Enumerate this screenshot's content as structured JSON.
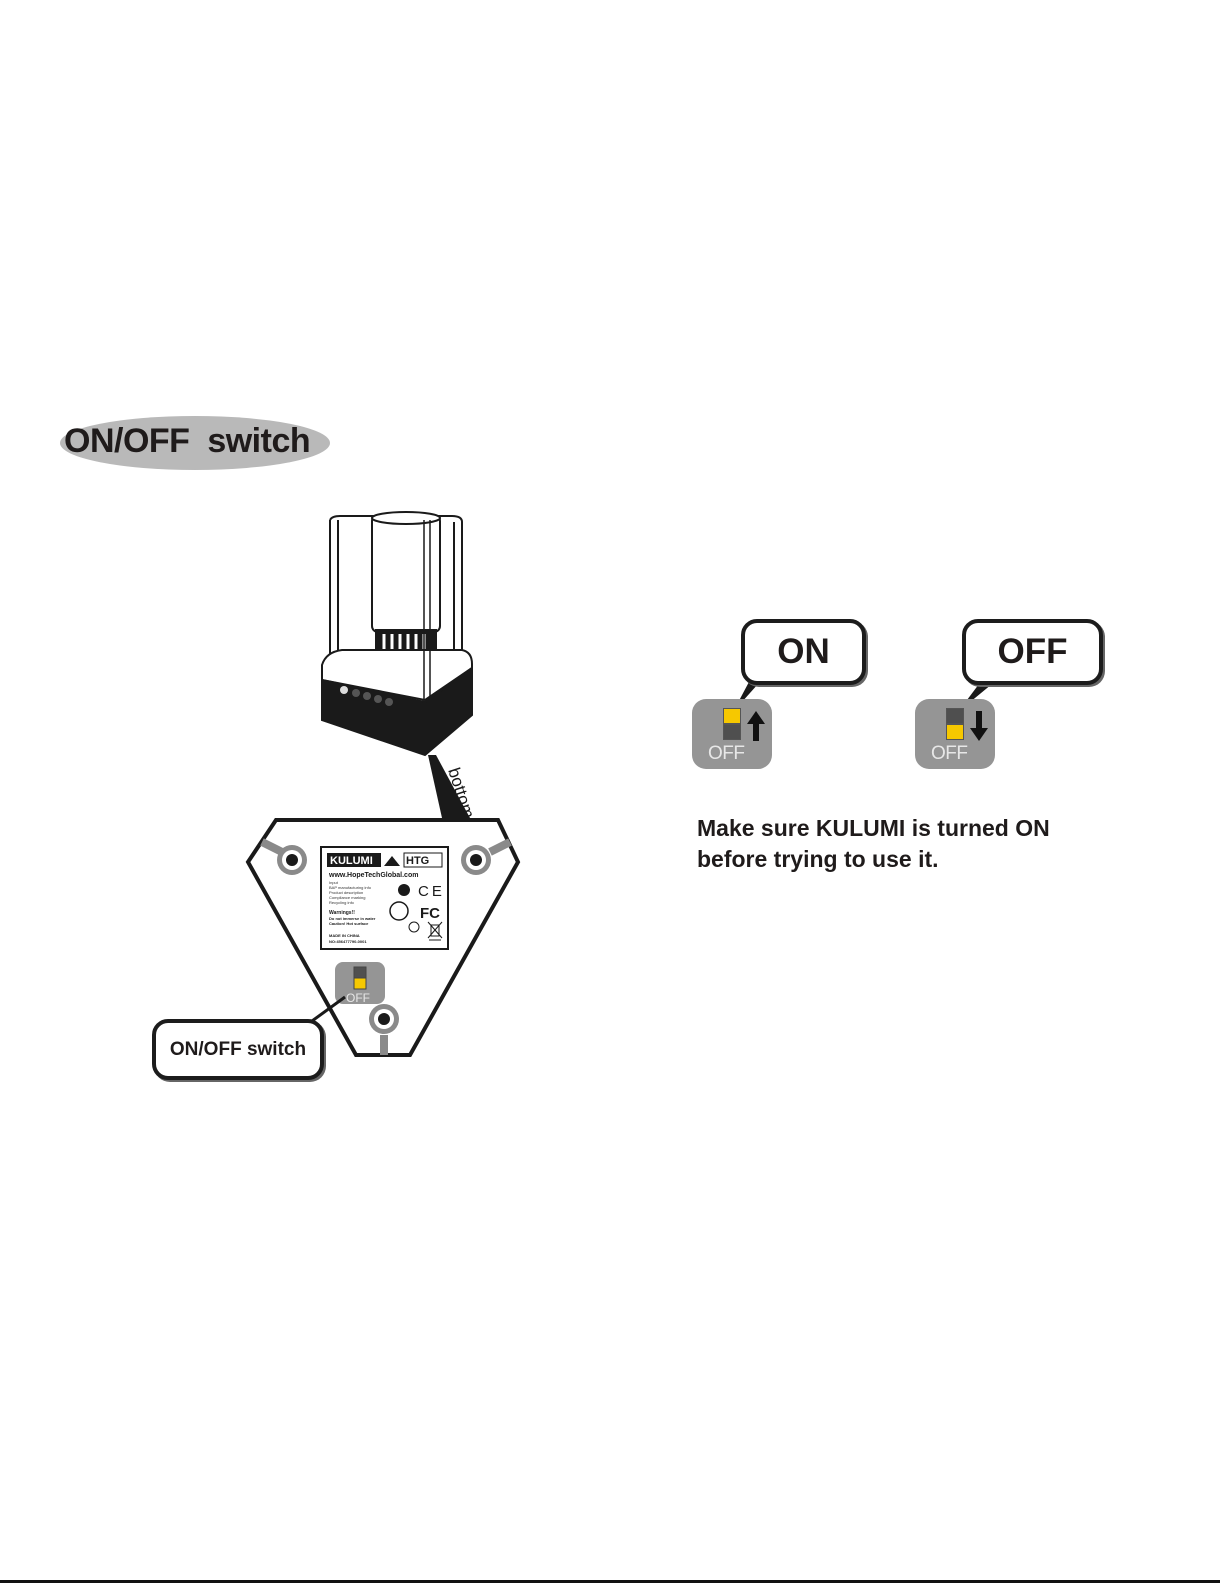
{
  "header": {
    "title": "ON/OFF  switch"
  },
  "device": {
    "bottom_label": "bottom",
    "sticker": {
      "brand": "KULUMI",
      "brand2": "HTG",
      "url": "www.HopeTechGlobal.com",
      "small_lines": [
        "Input",
        "BAP manufacturing info",
        "Product description",
        "Compliance marking",
        "Recycling info"
      ],
      "warnings": [
        "Warnings!!",
        "Do not immerse in water",
        "Caution! Hot surface"
      ],
      "made_in": "MADE IN CHINA",
      "serial": "NO:456477790-0001"
    },
    "switch_text": "OFF"
  },
  "callouts": {
    "switch_label": "ON/OFF switch",
    "on_label": "ON",
    "off_label": "OFF"
  },
  "switch_states": {
    "on_card_text": "OFF",
    "off_card_text": "OFF"
  },
  "instruction": {
    "line1": "Make sure KULUMI is turned ON",
    "line2": "before trying to use it."
  },
  "colors": {
    "accent_yellow": "#f6c800",
    "switch_grey": "#959595",
    "title_pill": "#b9b9b9"
  }
}
